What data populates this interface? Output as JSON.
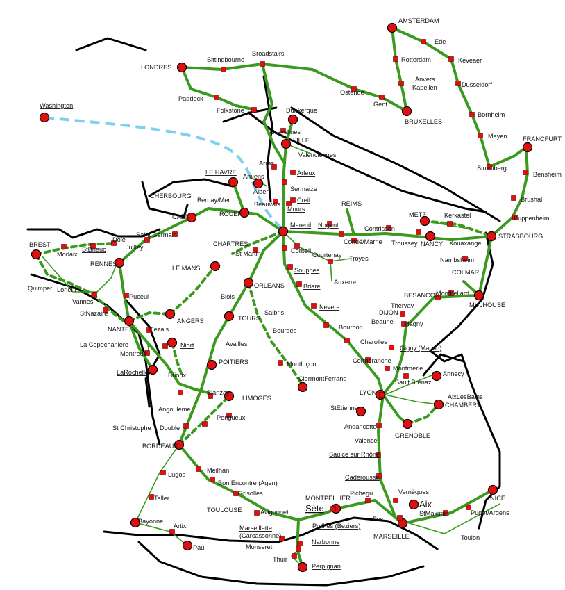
{
  "colors": {
    "rail": "#3a9a1f",
    "border": "#000000",
    "station": "#e01010",
    "washington_route": "#7fd0ee"
  },
  "labels": [
    {
      "id": "amsterdam",
      "text": "AMSTERDAM",
      "underline": false,
      "big": false
    },
    {
      "id": "edu",
      "text": "Ede",
      "underline": false,
      "big": false
    },
    {
      "id": "rotterdam",
      "text": "Rotterdam",
      "underline": false,
      "big": false
    },
    {
      "id": "keveaer",
      "text": "Keveaer",
      "underline": false,
      "big": false
    },
    {
      "id": "anvers",
      "text": "Anvers",
      "underline": false,
      "big": false
    },
    {
      "id": "kapellen",
      "text": "Kapellen",
      "underline": false,
      "big": false
    },
    {
      "id": "dusseldorf",
      "text": "Dusseldorf",
      "underline": false,
      "big": false
    },
    {
      "id": "londres",
      "text": "LONDRES",
      "underline": false,
      "big": false
    },
    {
      "id": "sittingbourne",
      "text": "Sittingbourne",
      "underline": false,
      "big": false
    },
    {
      "id": "broadstairs",
      "text": "Broadstairs",
      "underline": false,
      "big": false
    },
    {
      "id": "ostende",
      "text": "Ostende",
      "underline": false,
      "big": false
    },
    {
      "id": "gent",
      "text": "Gent",
      "underline": false,
      "big": false
    },
    {
      "id": "bruxelles",
      "text": "BRUXELLES",
      "underline": false,
      "big": false
    },
    {
      "id": "paddock",
      "text": "Paddock",
      "underline": false,
      "big": false
    },
    {
      "id": "folkstone",
      "text": "Folkstone",
      "underline": false,
      "big": false
    },
    {
      "id": "dunkerque",
      "text": "Dunkerque",
      "underline": false,
      "big": false
    },
    {
      "id": "bornheim",
      "text": "Bornheim",
      "underline": false,
      "big": false
    },
    {
      "id": "washington",
      "text": "Washington",
      "underline": true,
      "big": false
    },
    {
      "id": "gravelines",
      "text": "Gravelines",
      "underline": false,
      "big": false
    },
    {
      "id": "lille",
      "text": "LILLE",
      "underline": false,
      "big": false
    },
    {
      "id": "mayen",
      "text": "Mayen",
      "underline": false,
      "big": false
    },
    {
      "id": "francfurt",
      "text": "FRANCFURT",
      "underline": false,
      "big": false
    },
    {
      "id": "valenciennes",
      "text": "Valenciennes",
      "underline": false,
      "big": false
    },
    {
      "id": "stromberg",
      "text": "Stromberg",
      "underline": false,
      "big": false
    },
    {
      "id": "arras",
      "text": "Arras",
      "underline": false,
      "big": false
    },
    {
      "id": "lehavre",
      "text": "LE HAVRE",
      "underline": true,
      "big": false
    },
    {
      "id": "amiens",
      "text": "Amiens",
      "underline": false,
      "big": false
    },
    {
      "id": "arleux",
      "text": "Arleux",
      "underline": true,
      "big": false
    },
    {
      "id": "bensheim",
      "text": "Bensheim",
      "underline": false,
      "big": false
    },
    {
      "id": "albert",
      "text": "Albert",
      "underline": false,
      "big": false
    },
    {
      "id": "sermaize",
      "text": "Sermaize",
      "underline": false,
      "big": false
    },
    {
      "id": "cherbourg",
      "text": "CHERBOURG",
      "underline": false,
      "big": false
    },
    {
      "id": "creil",
      "text": "Creil",
      "underline": true,
      "big": false
    },
    {
      "id": "brushal",
      "text": "Brushal",
      "underline": false,
      "big": false
    },
    {
      "id": "bernaymer",
      "text": "Bernay/Mer",
      "underline": false,
      "big": false
    },
    {
      "id": "beauvais",
      "text": "Beauvais",
      "underline": false,
      "big": false
    },
    {
      "id": "mours",
      "text": "Mours",
      "underline": true,
      "big": false
    },
    {
      "id": "reims",
      "text": "REIMS",
      "underline": false,
      "big": false
    },
    {
      "id": "kuppenheim",
      "text": "Kuppenheim",
      "underline": false,
      "big": false
    },
    {
      "id": "caen",
      "text": "CAEN",
      "underline": false,
      "big": false
    },
    {
      "id": "rouen",
      "text": "ROUEN",
      "underline": false,
      "big": false
    },
    {
      "id": "metz",
      "text": "METZ",
      "underline": false,
      "big": false
    },
    {
      "id": "kerkastel",
      "text": "Kerkastel",
      "underline": false,
      "big": false
    },
    {
      "id": "saintgermain",
      "text": "Saint Germain",
      "underline": false,
      "big": false
    },
    {
      "id": "mareuil",
      "text": "Mareuil",
      "underline": true,
      "big": false
    },
    {
      "id": "nogent",
      "text": "Nogent",
      "underline": true,
      "big": false
    },
    {
      "id": "contrisson",
      "text": "Contrisson",
      "underline": false,
      "big": false
    },
    {
      "id": "strasbourg",
      "text": "STRASBOURG",
      "underline": false,
      "big": false
    },
    {
      "id": "brest",
      "text": "BREST",
      "underline": false,
      "big": false
    },
    {
      "id": "dole",
      "text": "Dole",
      "underline": false,
      "big": false
    },
    {
      "id": "morlaix",
      "text": "Morlaix",
      "underline": false,
      "big": false
    },
    {
      "id": "stbrieuc",
      "text": "StBrieuc",
      "underline": true,
      "big": false
    },
    {
      "id": "juilley",
      "text": "Juilley",
      "underline": false,
      "big": false
    },
    {
      "id": "chartres",
      "text": "CHARTRES",
      "underline": false,
      "big": false
    },
    {
      "id": "condemarne",
      "text": "Condé/Marne",
      "underline": true,
      "big": false
    },
    {
      "id": "troussey",
      "text": "Troussey",
      "underline": false,
      "big": false
    },
    {
      "id": "nancy",
      "text": "NANCY",
      "underline": false,
      "big": false
    },
    {
      "id": "xouaxange",
      "text": "Xouaxange",
      "underline": false,
      "big": false
    },
    {
      "id": "rennes",
      "text": "RENNES",
      "underline": false,
      "big": false
    },
    {
      "id": "stmartin",
      "text": "St Martin",
      "underline": false,
      "big": false
    },
    {
      "id": "corbeil",
      "text": "Corbeil",
      "underline": true,
      "big": false
    },
    {
      "id": "courtenay",
      "text": "Courtenay",
      "underline": false,
      "big": false
    },
    {
      "id": "troyes",
      "text": "Troyes",
      "underline": false,
      "big": false
    },
    {
      "id": "nambsheim",
      "text": "Nambsheim",
      "underline": false,
      "big": false
    },
    {
      "id": "lemans",
      "text": "LE MANS",
      "underline": false,
      "big": false
    },
    {
      "id": "souppes",
      "text": "Souppes",
      "underline": true,
      "big": false
    },
    {
      "id": "colmar",
      "text": "COLMAR",
      "underline": false,
      "big": false
    },
    {
      "id": "quimper",
      "text": "Quimper",
      "underline": false,
      "big": false
    },
    {
      "id": "lorient",
      "text": "Lorient",
      "underline": false,
      "big": false
    },
    {
      "id": "orleans",
      "text": "ORLEANS",
      "underline": false,
      "big": false
    },
    {
      "id": "auxerre",
      "text": "Auxerre",
      "underline": false,
      "big": false
    },
    {
      "id": "briare",
      "text": "Briare",
      "underline": true,
      "big": false
    },
    {
      "id": "besancon",
      "text": "BESANCON",
      "underline": false,
      "big": false
    },
    {
      "id": "montbeliard",
      "text": "Montbeliard",
      "underline": false,
      "big": false
    },
    {
      "id": "vannes",
      "text": "Vannes",
      "underline": false,
      "big": false
    },
    {
      "id": "puceul",
      "text": "Puceul",
      "underline": false,
      "big": false
    },
    {
      "id": "blois",
      "text": "Blois",
      "underline": true,
      "big": false
    },
    {
      "id": "thervay",
      "text": "Thervay",
      "underline": false,
      "big": false
    },
    {
      "id": "mulhouse",
      "text": "MULHOUSE",
      "underline": false,
      "big": false
    },
    {
      "id": "nevers",
      "text": "Nevers",
      "underline": true,
      "big": false
    },
    {
      "id": "dijon",
      "text": "DIJON",
      "underline": false,
      "big": false
    },
    {
      "id": "stnazaire",
      "text": "StNazaire",
      "underline": false,
      "big": false
    },
    {
      "id": "salbris",
      "text": "Salbris",
      "underline": false,
      "big": false
    },
    {
      "id": "beaune",
      "text": "Beaune",
      "underline": false,
      "big": false
    },
    {
      "id": "tours",
      "text": "TOURS",
      "underline": false,
      "big": false
    },
    {
      "id": "angers",
      "text": "ANGERS",
      "underline": false,
      "big": false
    },
    {
      "id": "magny",
      "text": "Magny",
      "underline": false,
      "big": false
    },
    {
      "id": "nantes",
      "text": "NANTES",
      "underline": false,
      "big": false
    },
    {
      "id": "bourbon",
      "text": "Bourbon",
      "underline": false,
      "big": false
    },
    {
      "id": "cezais",
      "text": "Cezais",
      "underline": false,
      "big": false
    },
    {
      "id": "bourges",
      "text": "Bourges",
      "underline": true,
      "big": false
    },
    {
      "id": "charolles",
      "text": "Charolles",
      "underline": true,
      "big": false
    },
    {
      "id": "lacopechaniere",
      "text": "La Copechaniere",
      "underline": false,
      "big": false
    },
    {
      "id": "niort",
      "text": "Niort",
      "underline": true,
      "big": false
    },
    {
      "id": "availles",
      "text": "Availles",
      "underline": true,
      "big": false
    },
    {
      "id": "gignymacon",
      "text": "Gigny (Macon)",
      "underline": true,
      "big": false
    },
    {
      "id": "montreuil",
      "text": "Montreuil",
      "underline": false,
      "big": false
    },
    {
      "id": "poitiers",
      "text": "POITIERS",
      "underline": false,
      "big": false
    },
    {
      "id": "cormoranche",
      "text": "Cormoranche",
      "underline": false,
      "big": false
    },
    {
      "id": "montlucon",
      "text": "Montluçon",
      "underline": false,
      "big": false
    },
    {
      "id": "montmerle",
      "text": "Montmerle",
      "underline": false,
      "big": false
    },
    {
      "id": "larochelle",
      "text": "LaRochelle",
      "underline": true,
      "big": false
    },
    {
      "id": "brioux",
      "text": "Brioux",
      "underline": false,
      "big": false
    },
    {
      "id": "annecy",
      "text": "Annecy",
      "underline": true,
      "big": false
    },
    {
      "id": "clermontferrand",
      "text": "ClermontFerrand",
      "underline": true,
      "big": false
    },
    {
      "id": "saultbrenaz",
      "text": "Sault Brenaz",
      "underline": false,
      "big": false
    },
    {
      "id": "lyon",
      "text": "LYON",
      "underline": false,
      "big": false
    },
    {
      "id": "blanzay",
      "text": "Blanzay",
      "underline": false,
      "big": false
    },
    {
      "id": "aixlesbains",
      "text": "AixLesBains",
      "underline": true,
      "big": false
    },
    {
      "id": "limoges",
      "text": "LIMOGES",
      "underline": false,
      "big": false
    },
    {
      "id": "chambery",
      "text": "CHAMBERY",
      "underline": false,
      "big": false
    },
    {
      "id": "angouleme",
      "text": "Angouleme",
      "underline": false,
      "big": false
    },
    {
      "id": "stetienne",
      "text": "StEtienne",
      "underline": true,
      "big": false
    },
    {
      "id": "perigueux",
      "text": "Perigueux",
      "underline": false,
      "big": false
    },
    {
      "id": "stchristophe",
      "text": "St Christophe",
      "underline": false,
      "big": false
    },
    {
      "id": "double",
      "text": "Double",
      "underline": false,
      "big": false
    },
    {
      "id": "andancette",
      "text": "Andancette",
      "underline": false,
      "big": false
    },
    {
      "id": "grenoble",
      "text": "GRENOBLE",
      "underline": false,
      "big": false
    },
    {
      "id": "bordeaux",
      "text": "BORDEAUX",
      "underline": false,
      "big": false
    },
    {
      "id": "valence",
      "text": "Valence",
      "underline": false,
      "big": false
    },
    {
      "id": "saulce",
      "text": "Saulce sur Rhône",
      "underline": true,
      "big": false
    },
    {
      "id": "meilhan",
      "text": "Meilhan",
      "underline": false,
      "big": false
    },
    {
      "id": "lugos",
      "text": "Lugos",
      "underline": false,
      "big": false
    },
    {
      "id": "bonencontre",
      "text": "Bon Encontre (Agen)",
      "underline": true,
      "big": false
    },
    {
      "id": "caderousse",
      "text": "Caderousse",
      "underline": true,
      "big": false
    },
    {
      "id": "vernegues",
      "text": "Vernègues",
      "underline": false,
      "big": false
    },
    {
      "id": "grisolles",
      "text": "Grisolles",
      "underline": false,
      "big": false
    },
    {
      "id": "pichegu",
      "text": "Pichegu",
      "underline": false,
      "big": false
    },
    {
      "id": "montpellier",
      "text": "MONTPELLIER",
      "underline": false,
      "big": false
    },
    {
      "id": "taller",
      "text": "Taller",
      "underline": false,
      "big": false
    },
    {
      "id": "nice",
      "text": "NICE",
      "underline": false,
      "big": false
    },
    {
      "id": "aix",
      "text": "Aix",
      "underline": false,
      "big": true
    },
    {
      "id": "sete",
      "text": "Sète",
      "underline": true,
      "big": true
    },
    {
      "id": "toulouse",
      "text": "TOULOUSE",
      "underline": false,
      "big": false
    },
    {
      "id": "avignonet",
      "text": "Avignonet",
      "underline": false,
      "big": false
    },
    {
      "id": "stmaximin",
      "text": "StMaximin",
      "underline": false,
      "big": false
    },
    {
      "id": "pugetargens",
      "text": "Puget/Argens",
      "underline": true,
      "big": false
    },
    {
      "id": "fos",
      "text": "Fos",
      "underline": false,
      "big": false
    },
    {
      "id": "bayonne",
      "text": "Bayonne",
      "underline": false,
      "big": false
    },
    {
      "id": "marseillette",
      "text": "Marseillette",
      "underline": true,
      "big": false
    },
    {
      "id": "carcassonne",
      "text": "(Carcassonne)",
      "underline": true,
      "big": false
    },
    {
      "id": "poilhes",
      "text": "Poilhes (Beziers)",
      "underline": true,
      "big": false
    },
    {
      "id": "marseille",
      "text": "MARSEILLE",
      "underline": false,
      "big": false
    },
    {
      "id": "artix",
      "text": "Artix",
      "underline": false,
      "big": false
    },
    {
      "id": "toulon",
      "text": "Toulon",
      "underline": false,
      "big": false
    },
    {
      "id": "narbonne",
      "text": "Narbonne",
      "underline": true,
      "big": false
    },
    {
      "id": "monseret",
      "text": "Monseret",
      "underline": false,
      "big": false
    },
    {
      "id": "pau",
      "text": "Pau",
      "underline": false,
      "big": false
    },
    {
      "id": "thuir",
      "text": "Thuir",
      "underline": false,
      "big": false
    },
    {
      "id": "perpignan",
      "text": "Perpignan",
      "underline": true,
      "big": false
    }
  ]
}
